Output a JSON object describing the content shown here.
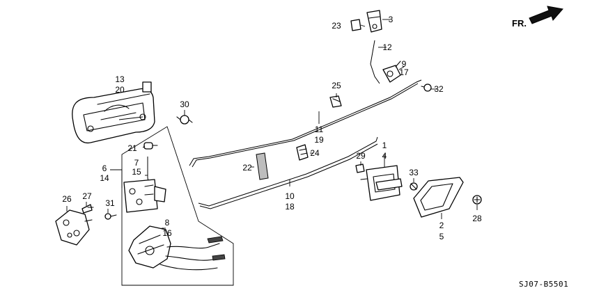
{
  "diagram": {
    "diagram_code": "SJ07-B5501",
    "direction_label": "FR.",
    "callouts": [
      {
        "id": "c1",
        "text": "1"
      },
      {
        "id": "c2",
        "text": "2"
      },
      {
        "id": "c3",
        "text": "3"
      },
      {
        "id": "c4",
        "text": "4"
      },
      {
        "id": "c5",
        "text": "5"
      },
      {
        "id": "c6",
        "text": "6"
      },
      {
        "id": "c7",
        "text": "7"
      },
      {
        "id": "c8",
        "text": "8"
      },
      {
        "id": "c9",
        "text": "9"
      },
      {
        "id": "c10",
        "text": "10"
      },
      {
        "id": "c11",
        "text": "11"
      },
      {
        "id": "c12",
        "text": "12"
      },
      {
        "id": "c13",
        "text": "13"
      },
      {
        "id": "c14",
        "text": "14"
      },
      {
        "id": "c15",
        "text": "15"
      },
      {
        "id": "c16",
        "text": "16"
      },
      {
        "id": "c17",
        "text": "17"
      },
      {
        "id": "c18",
        "text": "18"
      },
      {
        "id": "c19",
        "text": "19"
      },
      {
        "id": "c20",
        "text": "20"
      },
      {
        "id": "c21",
        "text": "21"
      },
      {
        "id": "c22",
        "text": "22"
      },
      {
        "id": "c23",
        "text": "23"
      },
      {
        "id": "c24",
        "text": "24"
      },
      {
        "id": "c25",
        "text": "25"
      },
      {
        "id": "c26",
        "text": "26"
      },
      {
        "id": "c27",
        "text": "27"
      },
      {
        "id": "c28",
        "text": "28"
      },
      {
        "id": "c29",
        "text": "29"
      },
      {
        "id": "c30",
        "text": "30"
      },
      {
        "id": "c31",
        "text": "31"
      },
      {
        "id": "c32",
        "text": "32"
      },
      {
        "id": "c33",
        "text": "33"
      }
    ]
  }
}
